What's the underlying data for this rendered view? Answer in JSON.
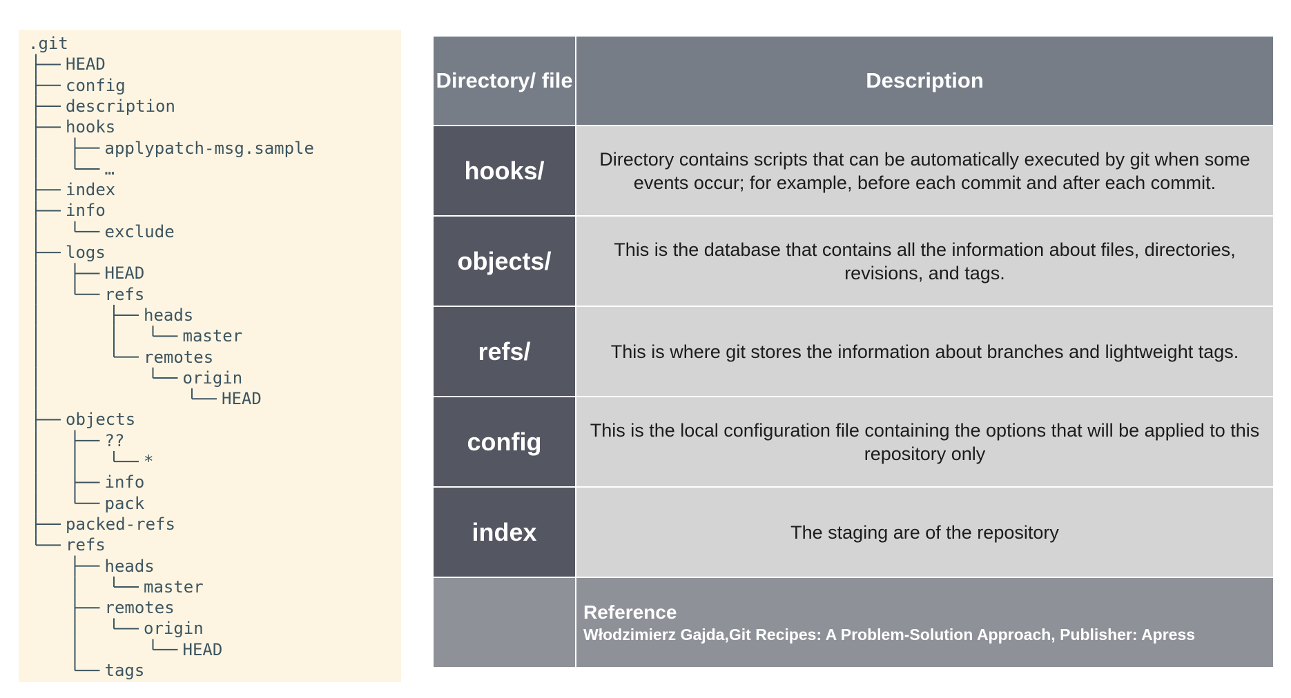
{
  "tree": [
    {
      "label": ".git",
      "depth": 0,
      "last": false
    },
    {
      "label": "HEAD",
      "depth": 1,
      "last": false
    },
    {
      "label": "config",
      "depth": 1,
      "last": false
    },
    {
      "label": "description",
      "depth": 1,
      "last": false
    },
    {
      "label": "hooks",
      "depth": 1,
      "last": false
    },
    {
      "label": "applypatch-msg.sample",
      "depth": 2,
      "last": false
    },
    {
      "label": "…",
      "depth": 2,
      "last": true
    },
    {
      "label": "index",
      "depth": 1,
      "last": false
    },
    {
      "label": "info",
      "depth": 1,
      "last": false
    },
    {
      "label": "exclude",
      "depth": 2,
      "last": true
    },
    {
      "label": "logs",
      "depth": 1,
      "last": false
    },
    {
      "label": "HEAD",
      "depth": 2,
      "last": false
    },
    {
      "label": "refs",
      "depth": 2,
      "last": true
    },
    {
      "label": "heads",
      "depth": 3,
      "last": false
    },
    {
      "label": "master",
      "depth": 4,
      "last": true
    },
    {
      "label": "remotes",
      "depth": 3,
      "last": true
    },
    {
      "label": "origin",
      "depth": 4,
      "last": true
    },
    {
      "label": "HEAD",
      "depth": 5,
      "last": true
    },
    {
      "label": "objects",
      "depth": 1,
      "last": false
    },
    {
      "label": "??",
      "depth": 2,
      "last": false
    },
    {
      "label": "*",
      "depth": 3,
      "last": true
    },
    {
      "label": "info",
      "depth": 2,
      "last": false
    },
    {
      "label": "pack",
      "depth": 2,
      "last": true
    },
    {
      "label": "packed-refs",
      "depth": 1,
      "last": false
    },
    {
      "label": "refs",
      "depth": 1,
      "last": true
    },
    {
      "label": "heads",
      "depth": 2,
      "last": false
    },
    {
      "label": "master",
      "depth": 3,
      "last": true
    },
    {
      "label": "remotes",
      "depth": 2,
      "last": false
    },
    {
      "label": "origin",
      "depth": 3,
      "last": true
    },
    {
      "label": "HEAD",
      "depth": 4,
      "last": true
    },
    {
      "label": "tags",
      "depth": 2,
      "last": true
    }
  ],
  "table": {
    "header": {
      "col1": "Directory/ file",
      "col2": "Description"
    },
    "rows": [
      {
        "key": "hooks/",
        "desc": "Directory contains scripts that can be automatically executed by git when some events occur; for example, before each commit and after each commit."
      },
      {
        "key": "objects/",
        "desc": "This is the database that contains all the information about files, directories, revisions, and tags."
      },
      {
        "key": "refs/",
        "desc": "This is where git stores the information about branches and lightweight tags."
      },
      {
        "key": "config",
        "desc": "This is the local configuration file containing the options that will be applied to this repository only"
      },
      {
        "key": "index",
        "desc": "The staging are of the repository"
      }
    ],
    "reference": {
      "title": "Reference",
      "text": "Włodzimierz Gajda,Git Recipes: A Problem-Solution Approach, Publisher: Apress"
    }
  },
  "colors": {
    "tree_background": "#fdf5e2",
    "tree_text": "#3d5560",
    "header_background": "#767d87",
    "key_background": "#545762",
    "desc_background": "#d4d4d5",
    "reference_background": "#8e9197"
  }
}
